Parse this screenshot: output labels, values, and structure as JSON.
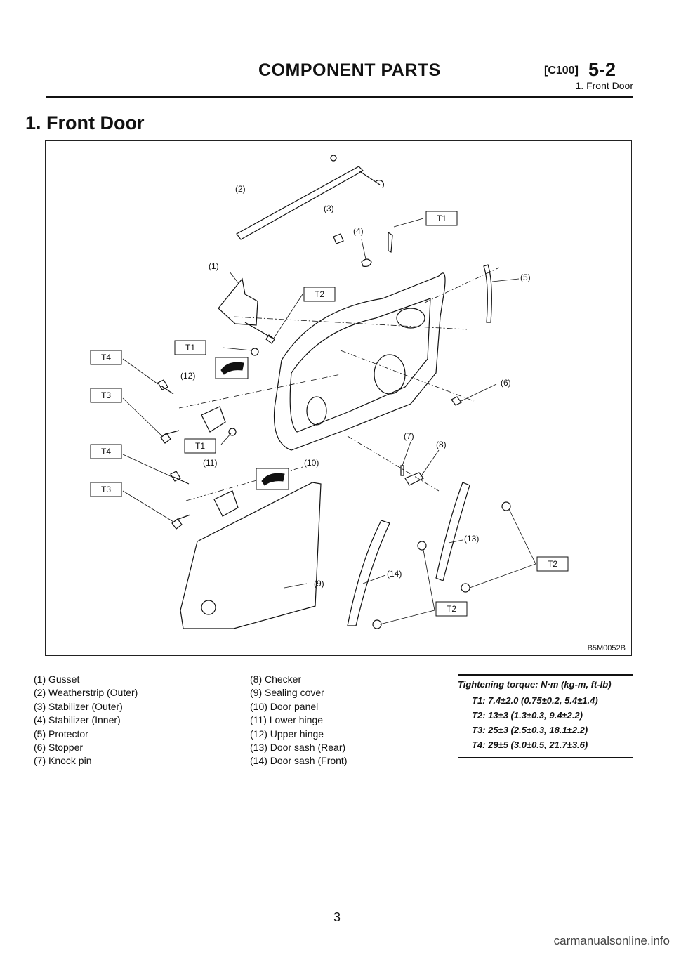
{
  "header": {
    "title": "COMPONENT PARTS",
    "code": "[C100]",
    "section": "5-2",
    "subtitle": "1. Front Door"
  },
  "section_title": "1. Front Door",
  "figure": {
    "code": "B5M0052B",
    "callouts": [
      "(2)",
      "(3)",
      "(4)",
      "(1)",
      "(5)",
      "(12)",
      "(6)",
      "(7)",
      "(8)",
      "(11)",
      "(10)",
      "(13)",
      "(14)",
      "(9)"
    ],
    "torque_boxes": [
      "T1",
      "T2",
      "T1",
      "T4",
      "T3",
      "T1",
      "T4",
      "T3",
      "T2",
      "T2"
    ]
  },
  "legend_left": [
    "(1) Gusset",
    "(2) Weatherstrip (Outer)",
    "(3) Stabilizer (Outer)",
    "(4) Stabilizer (Inner)",
    "(5) Protector",
    "(6) Stopper",
    "(7) Knock pin"
  ],
  "legend_right": [
    "(8) Checker",
    "(9) Sealing cover",
    "(10) Door panel",
    "(11) Lower hinge",
    "(12) Upper hinge",
    "(13) Door sash (Rear)",
    "(14) Door sash (Front)"
  ],
  "torque": {
    "title": "Tightening torque: N·m (kg-m, ft-lb)",
    "lines": [
      "T1: 7.4±2.0 (0.75±0.2, 5.4±1.4)",
      "T2: 13±3 (1.3±0.3, 9.4±2.2)",
      "T3: 25±3 (2.5±0.3, 18.1±2.2)",
      "T4: 29±5 (3.0±0.5, 21.7±3.6)"
    ]
  },
  "page_number": "3",
  "watermark": "carmanualsonline.info"
}
